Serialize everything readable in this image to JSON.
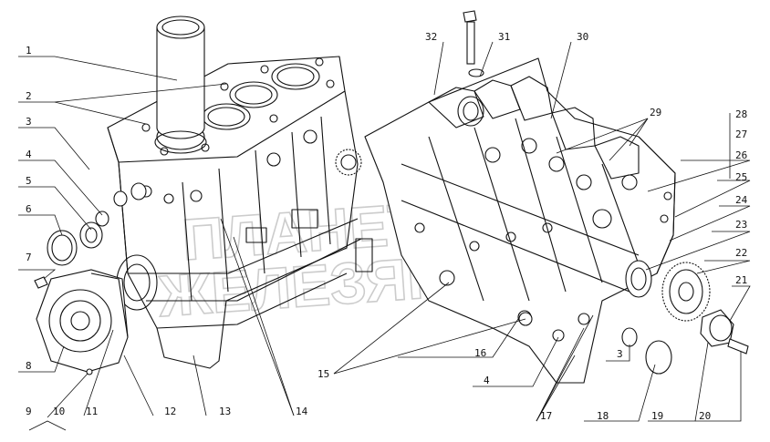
{
  "watermark": {
    "line1": "ПЛАНЕТА",
    "line2": "ЖЕЛЕЗЯКА"
  },
  "callouts": {
    "n1": "1",
    "n2": "2",
    "n3": "3",
    "n4": "4",
    "n5": "5",
    "n6": "6",
    "n7": "7",
    "n8": "8",
    "n9": "9",
    "n10": "10",
    "n11": "11",
    "n12": "12",
    "n13": "13",
    "n14": "14",
    "n15": "15",
    "n16": "16",
    "n17": "17",
    "n18": "18",
    "n19": "19",
    "n20": "20",
    "n21": "21",
    "n22": "22",
    "n23": "23",
    "n24": "24",
    "n25": "25",
    "n26": "26",
    "n27": "27",
    "n28": "28",
    "n29": "29",
    "n30": "30",
    "n31": "31",
    "n32": "32",
    "n3b": "3",
    "n4b": "4"
  }
}
